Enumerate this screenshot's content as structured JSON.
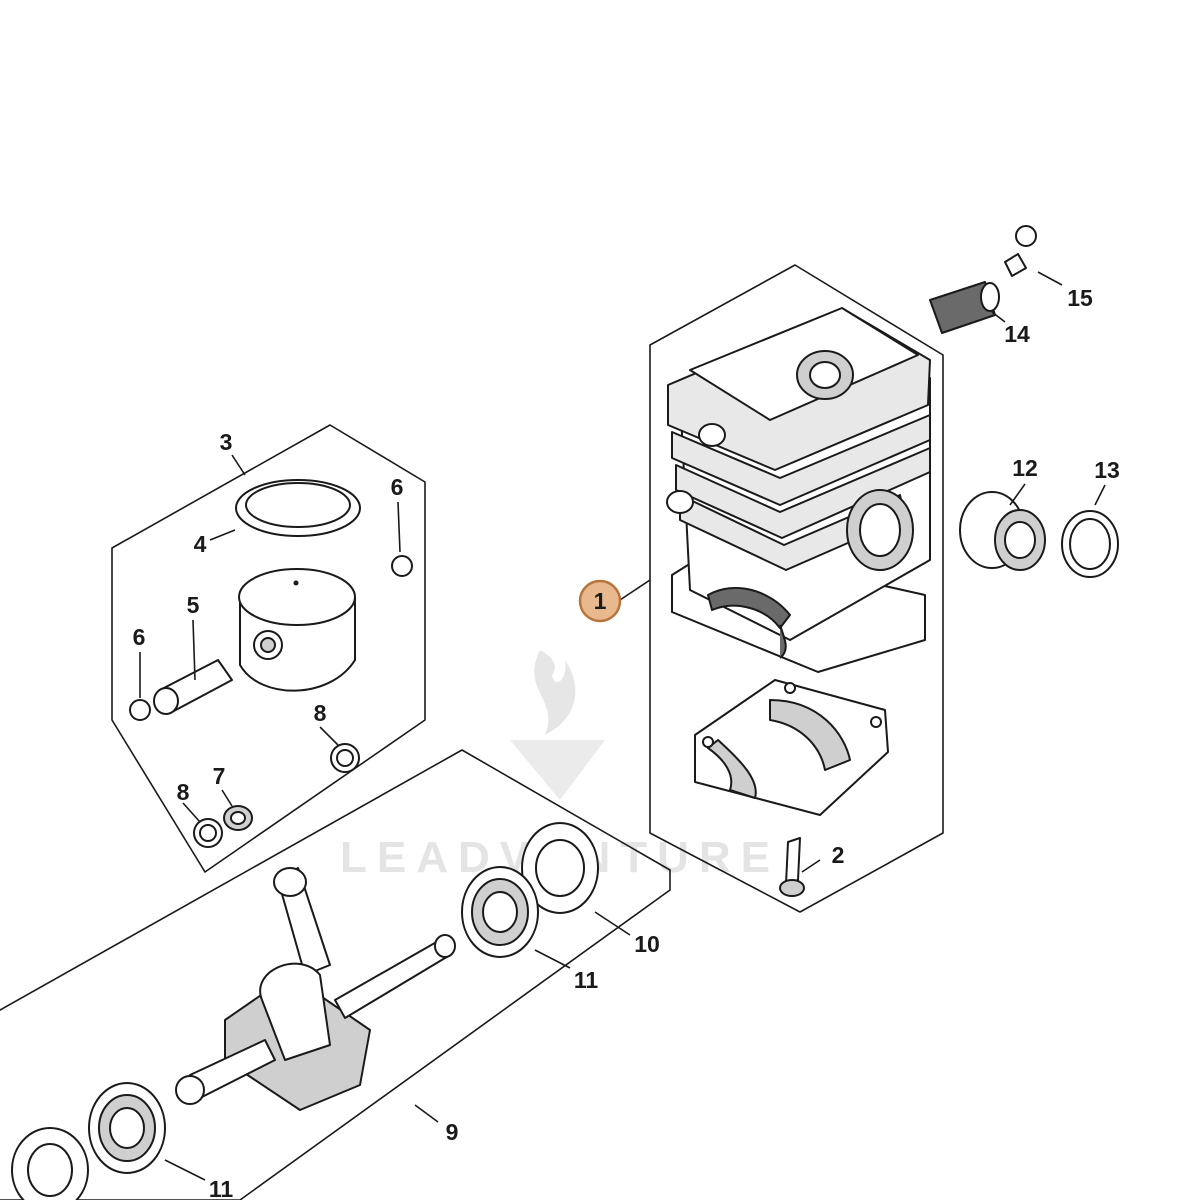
{
  "watermark": {
    "text": "LEADVENTURE"
  },
  "callouts": [
    {
      "id": "c1",
      "label": "1",
      "highlighted": true
    },
    {
      "id": "c2",
      "label": "2"
    },
    {
      "id": "c3",
      "label": "3"
    },
    {
      "id": "c4",
      "label": "4"
    },
    {
      "id": "c5",
      "label": "5"
    },
    {
      "id": "c6a",
      "label": "6"
    },
    {
      "id": "c6b",
      "label": "6"
    },
    {
      "id": "c7",
      "label": "7"
    },
    {
      "id": "c8a",
      "label": "8"
    },
    {
      "id": "c8b",
      "label": "8"
    },
    {
      "id": "c9",
      "label": "9"
    },
    {
      "id": "c10",
      "label": "10"
    },
    {
      "id": "c11a",
      "label": "11"
    },
    {
      "id": "c11b",
      "label": "11"
    },
    {
      "id": "c12",
      "label": "12"
    },
    {
      "id": "c13",
      "label": "13"
    },
    {
      "id": "c14",
      "label": "14"
    },
    {
      "id": "c15",
      "label": "15"
    }
  ],
  "colors": {
    "highlight_fill": "#e8b98f",
    "highlight_stroke": "#b8743a",
    "line": "#1a1a1a"
  }
}
